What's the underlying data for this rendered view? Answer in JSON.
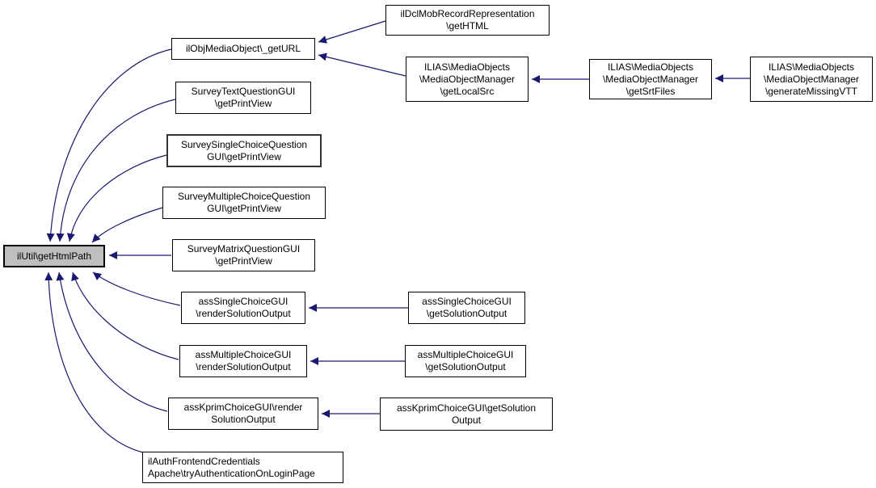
{
  "diagram": {
    "type": "call-graph",
    "description": "Doxygen-style caller graph; arrows point from calling functions to the called function",
    "colors": {
      "edge": "#191970",
      "node_border": "#000000",
      "node_fill": "#ffffff",
      "focus_node_fill": "#bfbfbf",
      "background": "#ffffff"
    },
    "focus_node": "ilUtil\\getHtmlPath",
    "nodes": {
      "main": {
        "label": "ilUtil\\getHtmlPath"
      },
      "geturl": {
        "label": "ilObjMediaObject\\_getURL"
      },
      "dcl": {
        "label": "ilDclMobRecordRepresentation\n\\getHTML"
      },
      "localsrc": {
        "label": "ILIAS\\MediaObjects\n\\MediaObjectManager\n\\getLocalSrc"
      },
      "srtfiles": {
        "label": "ILIAS\\MediaObjects\n\\MediaObjectManager\n\\getSrtFiles"
      },
      "vtt": {
        "label": "ILIAS\\MediaObjects\n\\MediaObjectManager\n\\generateMissingVTT"
      },
      "stext": {
        "label": "SurveyTextQuestionGUI\n\\getPrintView"
      },
      "ssingle": {
        "label": "SurveySingleChoiceQuestion\nGUI\\getPrintView"
      },
      "smultiple": {
        "label": "SurveyMultipleChoiceQuestion\nGUI\\getPrintView"
      },
      "smatrix": {
        "label": "SurveyMatrixQuestionGUI\n\\getPrintView"
      },
      "asr": {
        "label": "assSingleChoiceGUI\n\\renderSolutionOutput"
      },
      "asg": {
        "label": "assSingleChoiceGUI\n\\getSolutionOutput"
      },
      "amr": {
        "label": "assMultipleChoiceGUI\n\\renderSolutionOutput"
      },
      "amg": {
        "label": "assMultipleChoiceGUI\n\\getSolutionOutput"
      },
      "akr": {
        "label": "assKprimChoiceGUI\\render\nSolutionOutput"
      },
      "akg": {
        "label": "assKprimChoiceGUI\\getSolution\nOutput"
      },
      "auth": {
        "label": "ilAuthFrontendCredentials\nApache\\tryAuthenticationOnLoginPage"
      }
    },
    "edges": [
      {
        "from": "geturl",
        "to": "main"
      },
      {
        "from": "stext",
        "to": "main"
      },
      {
        "from": "ssingle",
        "to": "main"
      },
      {
        "from": "smultiple",
        "to": "main"
      },
      {
        "from": "smatrix",
        "to": "main"
      },
      {
        "from": "asr",
        "to": "main"
      },
      {
        "from": "amr",
        "to": "main"
      },
      {
        "from": "akr",
        "to": "main"
      },
      {
        "from": "auth",
        "to": "main"
      },
      {
        "from": "dcl",
        "to": "geturl"
      },
      {
        "from": "localsrc",
        "to": "geturl"
      },
      {
        "from": "srtfiles",
        "to": "localsrc"
      },
      {
        "from": "vtt",
        "to": "srtfiles"
      },
      {
        "from": "asg",
        "to": "asr"
      },
      {
        "from": "amg",
        "to": "amr"
      },
      {
        "from": "akg",
        "to": "akr"
      }
    ]
  }
}
